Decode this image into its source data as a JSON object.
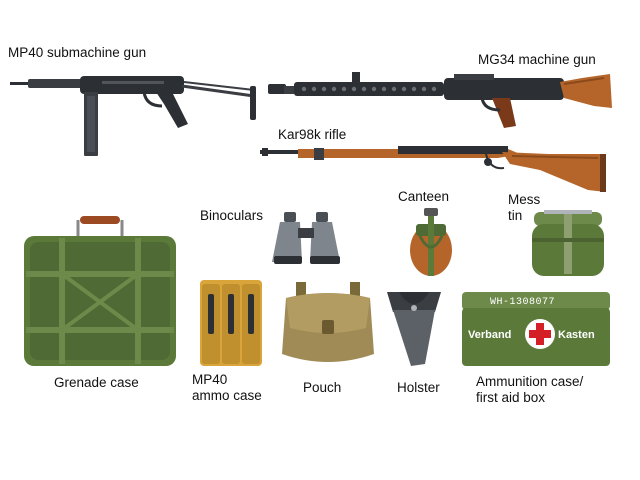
{
  "labels": {
    "mp40": "MP40 submachine gun",
    "mg34": "MG34 machine gun",
    "kar98k": "Kar98k rifle",
    "binoculars": "Binoculars",
    "canteen": "Canteen",
    "mess_tin": "Mess\ntin",
    "grenade_case": "Grenade case",
    "mp40_ammo": "MP40\nammo case",
    "pouch": "Pouch",
    "holster": "Holster",
    "ammo_first_aid": "Ammunition case/\nfirst aid box"
  },
  "box_markings": {
    "serial": "WH-1308077",
    "left_word": "Verband",
    "right_word": "Kasten"
  },
  "colors": {
    "gun_metal": "#2c2f33",
    "wood": "#b5652a",
    "olive_green": "#5b7a3a",
    "khaki": "#a08a55",
    "red_cross": "#d41f26"
  }
}
